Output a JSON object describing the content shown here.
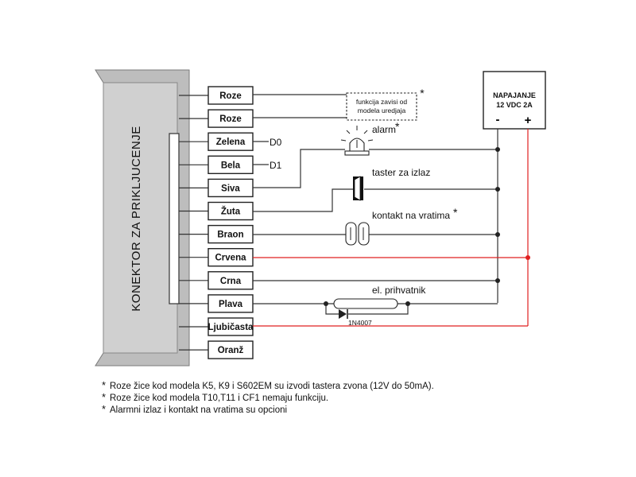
{
  "connector": {
    "title": "KONEKTOR ZA PRIKLJUCENJE",
    "pins": [
      {
        "label": "Roze"
      },
      {
        "label": "Roze"
      },
      {
        "label": "Zelena"
      },
      {
        "label": "Bela"
      },
      {
        "label": "Siva"
      },
      {
        "label": "Žuta"
      },
      {
        "label": "Braon"
      },
      {
        "label": "Crvena"
      },
      {
        "label": "Crna"
      },
      {
        "label": "Plava"
      },
      {
        "label": "Ljubičasta"
      },
      {
        "label": "Oranž"
      }
    ]
  },
  "signals": {
    "d0": "D0",
    "d1": "D1"
  },
  "power": {
    "line1": "NAPAJANJE",
    "line2": "12 VDC 2A",
    "minus": "-",
    "plus": "+"
  },
  "components": {
    "function_note_line1": "funkcija zavisi od",
    "function_note_line2": "modela uredjaja",
    "function_note_mark": "*",
    "alarm": "alarm",
    "alarm_mark": "*",
    "exit_button": "taster za izlaz",
    "door_contact": "kontakt na vratima",
    "door_contact_mark": "*",
    "lock": "el. prihvatnik",
    "diode": "1N4007"
  },
  "notes": [
    {
      "mark": "*",
      "text": "Roze žice kod modela K5, K9 i S602EM su izvodi tastera zvona (12V do 50mA)."
    },
    {
      "mark": "*",
      "text": "Roze žice kod modela T10,T11 i CF1 nemaju funkciju."
    },
    {
      "mark": "*",
      "text": "Alarmni izlaz i kontakt na vratima su opcioni"
    }
  ],
  "colors": {
    "wire": "#333333",
    "power_wire": "#e02020",
    "connector_fill": "#bdbdbd",
    "connector_panel": "#d8d8d8"
  }
}
